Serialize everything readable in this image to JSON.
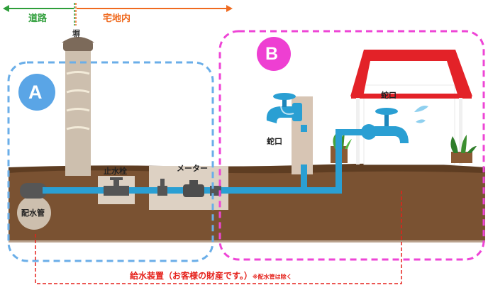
{
  "labels": {
    "road": "道路",
    "premises": "宅地内",
    "wall": "塀",
    "stop_valve": "止水栓",
    "meter": "メーター",
    "main_pipe": "配水管",
    "faucet_outdoor": "蛇口",
    "faucet_house": "蛇口",
    "zone_a": "A",
    "zone_b": "B",
    "footer_main": "給水装置（お客様の財産です。）",
    "footer_note": "※配水管は除く"
  },
  "colors": {
    "road_arrow": "#2e9e3a",
    "premises_arrow": "#ef6a1f",
    "zone_a": "#6aaee8",
    "zone_b": "#ee45d6",
    "soil": "#7a5232",
    "soil_top": "#5e3d22",
    "pipe": "#2a9fd3",
    "roof": "#e32228",
    "bracket": "#e5211b"
  }
}
